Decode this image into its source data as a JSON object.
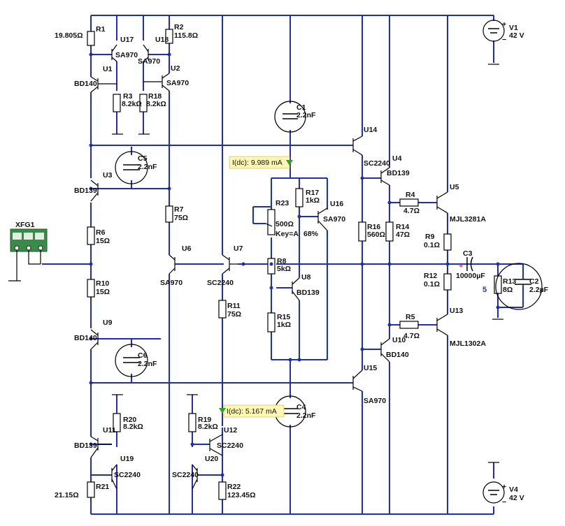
{
  "instrument": {
    "name": "XFG1"
  },
  "sources": [
    {
      "ref": "V1",
      "value": "42 V"
    },
    {
      "ref": "V4",
      "value": "42 V"
    }
  ],
  "probes": [
    {
      "text": "I(dc): 9.989 mA"
    },
    {
      "text": "I(dc): 5.167 mA"
    }
  ],
  "node_label": "5",
  "resistors": [
    {
      "ref": "R1",
      "value": "19.805Ω"
    },
    {
      "ref": "R2",
      "value": "115.8Ω"
    },
    {
      "ref": "R3",
      "value": "8.2kΩ"
    },
    {
      "ref": "R18",
      "value": "8.2kΩ"
    },
    {
      "ref": "R7",
      "value": "75Ω"
    },
    {
      "ref": "R6",
      "value": "15Ω"
    },
    {
      "ref": "R10",
      "value": "15Ω"
    },
    {
      "ref": "R11",
      "value": "75Ω"
    },
    {
      "ref": "R20",
      "value": "8.2kΩ"
    },
    {
      "ref": "R19",
      "value": "8.2kΩ"
    },
    {
      "ref": "R21",
      "value": "21.15Ω"
    },
    {
      "ref": "R22",
      "value": "123.45Ω"
    },
    {
      "ref": "R17",
      "value": "1kΩ"
    },
    {
      "ref": "R8",
      "value": "5kΩ"
    },
    {
      "ref": "R15",
      "value": "1kΩ"
    },
    {
      "ref": "R16",
      "value": "560Ω"
    },
    {
      "ref": "R14",
      "value": "47Ω"
    },
    {
      "ref": "R4",
      "value": "4.7Ω"
    },
    {
      "ref": "R5",
      "value": "4.7Ω"
    },
    {
      "ref": "R9",
      "value": "0.1Ω"
    },
    {
      "ref": "R12",
      "value": "0.1Ω"
    },
    {
      "ref": "R13",
      "value": "8Ω"
    }
  ],
  "potentiometer": {
    "ref": "R23",
    "value": "500Ω",
    "key": "Key=A",
    "percent": "68%"
  },
  "capacitors": [
    {
      "ref": "C1",
      "value": "2.2nF"
    },
    {
      "ref": "C5",
      "value": "2.2nF"
    },
    {
      "ref": "C6",
      "value": "2.2nF"
    },
    {
      "ref": "C4",
      "value": "2.2nF"
    },
    {
      "ref": "C3",
      "value": "10000µF"
    },
    {
      "ref": "C2",
      "value": "2.2µF"
    }
  ],
  "transistors": [
    {
      "ref": "U17",
      "part": "SA970"
    },
    {
      "ref": "U18",
      "part": "SA970"
    },
    {
      "ref": "U1",
      "part": "BD140"
    },
    {
      "ref": "U2",
      "part": "SA970"
    },
    {
      "ref": "U3",
      "part": "BD139"
    },
    {
      "ref": "U6",
      "part": "SA970"
    },
    {
      "ref": "U7",
      "part": "SC2240"
    },
    {
      "ref": "U9",
      "part": "BD140"
    },
    {
      "ref": "U11",
      "part": "BD139"
    },
    {
      "ref": "U19",
      "part": "SC2240"
    },
    {
      "ref": "U12",
      "part": "SC2240"
    },
    {
      "ref": "U20",
      "part": "SC2240"
    },
    {
      "ref": "U16",
      "part": "SA970"
    },
    {
      "ref": "U8",
      "part": "BD139"
    },
    {
      "ref": "U14",
      "part": "SC2240"
    },
    {
      "ref": "U4",
      "part": "BD139"
    },
    {
      "ref": "U15",
      "part": "SA970"
    },
    {
      "ref": "U10",
      "part": "BD140"
    },
    {
      "ref": "U5",
      "part": "MJL3281A"
    },
    {
      "ref": "U13",
      "part": "MJL1302A"
    }
  ],
  "colors": {
    "wire": "#1f2fb4",
    "probe_bg": "#fff7b3",
    "probe_marker": "#2aa52a",
    "polarity": "#cc0000",
    "node_label": "#1f2fb4",
    "instrument": "#3a8a4a"
  }
}
